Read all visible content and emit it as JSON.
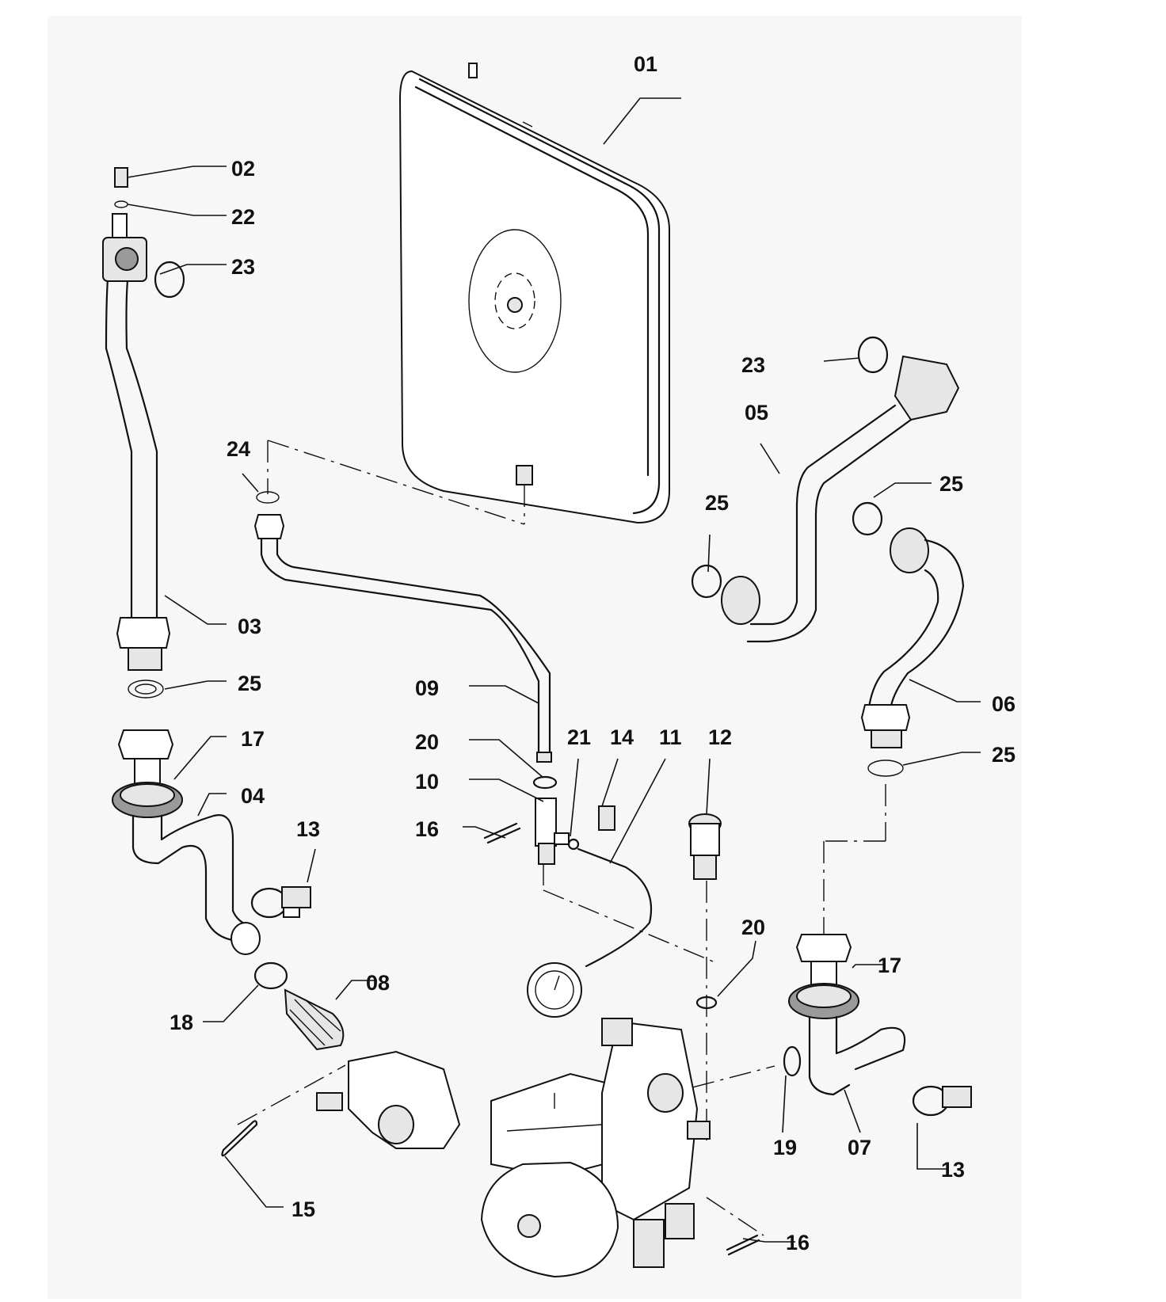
{
  "callouts": {
    "c01": "01",
    "c02": "02",
    "c22": "22",
    "c23a": "23",
    "c23b": "23",
    "c24": "24",
    "c05": "05",
    "c25a": "25",
    "c25b": "25",
    "c03": "03",
    "c25c": "25",
    "c17a": "17",
    "c04": "04",
    "c13a": "13",
    "c09": "09",
    "c20a": "20",
    "c10": "10",
    "c16a": "16",
    "c21": "21",
    "c14": "14",
    "c11": "11",
    "c12": "12",
    "c06": "06",
    "c25d": "25",
    "c20b": "20",
    "c17b": "17",
    "c08": "08",
    "c18": "18",
    "c19": "19",
    "c07": "07",
    "c13b": "13",
    "c15": "15",
    "c16b": "16"
  }
}
